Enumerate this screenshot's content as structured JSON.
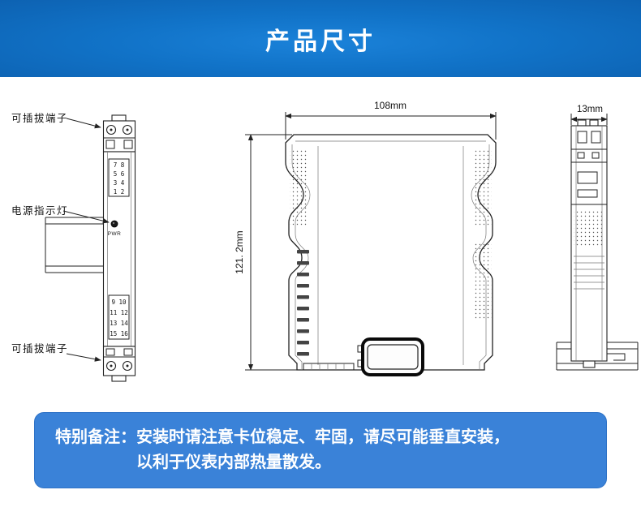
{
  "banner": {
    "title": "产品尺寸"
  },
  "diagram": {
    "label_terminal_top": "可插拔端子",
    "label_power_led": "电源指示灯",
    "label_terminal_bottom": "可插拔端子",
    "pwr_label": "PWR",
    "top_terminal_rows": [
      "7 8",
      "5 6",
      "3 4",
      "1 2"
    ],
    "bottom_terminal_rows": [
      "9 10",
      "11 12",
      "13 14",
      "15 16"
    ],
    "dim_width": "108mm",
    "dim_height": "121. 2mm",
    "dim_depth": "13mm"
  },
  "note": {
    "prefix": "特别备注：",
    "line1": "安装时请注意卡位稳定、牢固，请尽可能垂直安装，",
    "line2": "以利于仪表内部热量散发。"
  },
  "colors": {
    "banner_blue": "#1173c8",
    "note_blue": "#3a82d8",
    "line_color": "#222222"
  }
}
